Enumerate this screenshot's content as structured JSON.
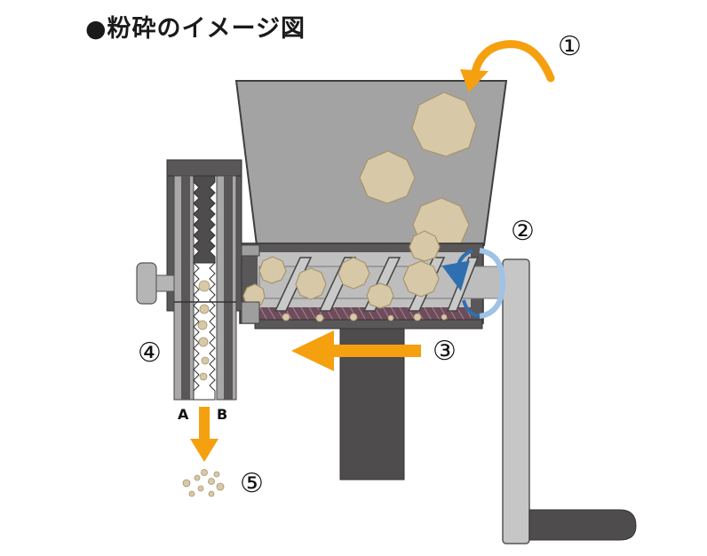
{
  "title": "●粉砕のイメージ図",
  "steps": {
    "s1": "①",
    "s2": "②",
    "s3": "③",
    "s4": "④",
    "s5": "⑤"
  },
  "grinder_plates": {
    "a": "A",
    "b": "B"
  },
  "colors": {
    "hopper": "#a3a3a3",
    "dark_metal": "#5a5758",
    "bean": "#d7c9a8",
    "bean_stroke": "#a8946c",
    "arrow_orange": "#f5a00f",
    "rotation_blue": "#2f6fb0",
    "light_metal": "#c6c6c6",
    "grind_chamber": "#7a5a66"
  }
}
